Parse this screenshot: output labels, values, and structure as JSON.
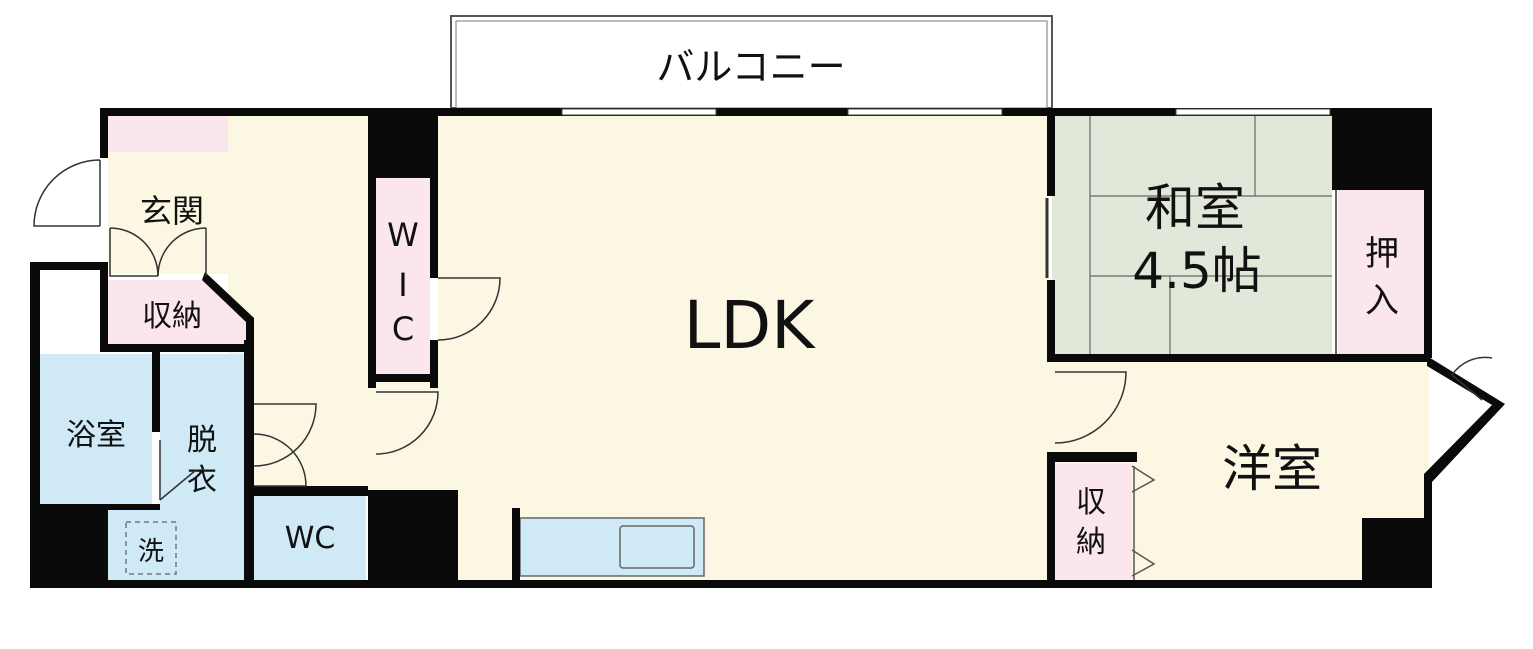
{
  "colors": {
    "wall": "#0a0a0a",
    "ldk_floor": "#fcf7e3",
    "tatami": "#e2e8d9",
    "storage": "#fbe6ee",
    "wet_area": "#cfe9f7",
    "outline": "#333333"
  },
  "rooms": {
    "balcony": "バルコニー",
    "ldk": "LDK",
    "washitsu": {
      "name": "和室",
      "size": "4.5帖"
    },
    "oshiire": [
      "押",
      "入"
    ],
    "youshitsu": "洋室",
    "shuno_west": "収納",
    "shuno_east": [
      "収",
      "納"
    ],
    "genkan": "玄関",
    "wic": [
      "W",
      "I",
      "C"
    ],
    "yokushitsu": "浴室",
    "datsui": [
      "脱",
      "衣"
    ],
    "sentaku": "洗",
    "wc": "WC"
  },
  "icons": [
    "door-swing-icon",
    "sliding-door-icon",
    "kitchen-sink-icon",
    "washer-space-icon"
  ]
}
